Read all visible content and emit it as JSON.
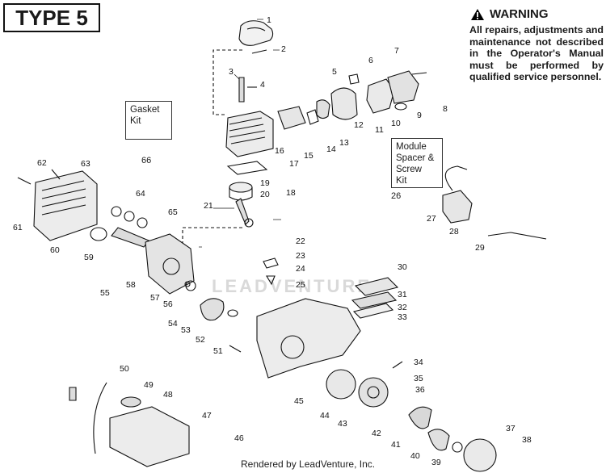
{
  "header": {
    "type_label": "TYPE 5"
  },
  "warning": {
    "title": "WARNING",
    "text": "All repairs, adjustments and maintenance not described in the Operator's Manual must be performed by qualified service personnel."
  },
  "kits": {
    "gasket": {
      "label": "Gasket\nKit",
      "number": "66"
    },
    "module": {
      "label": "Module\nSpacer &\nScrew\nKit",
      "number": "26"
    }
  },
  "part_numbers": [
    "1",
    "2",
    "3",
    "4",
    "5",
    "6",
    "7",
    "8",
    "9",
    "10",
    "11",
    "12",
    "13",
    "14",
    "15",
    "16",
    "17",
    "18",
    "19",
    "20",
    "21",
    "22",
    "23",
    "24",
    "25",
    "27",
    "28",
    "29",
    "30",
    "31",
    "32",
    "33",
    "34",
    "35",
    "36",
    "37",
    "38",
    "39",
    "40",
    "41",
    "42",
    "43",
    "44",
    "45",
    "46",
    "47",
    "48",
    "49",
    "50",
    "51",
    "52",
    "53",
    "54",
    "55",
    "56",
    "57",
    "58",
    "59",
    "60",
    "61",
    "62",
    "63",
    "64",
    "65"
  ],
  "watermark": "LEADVENTURE",
  "footer": "Rendered by LeadVenture, Inc."
}
